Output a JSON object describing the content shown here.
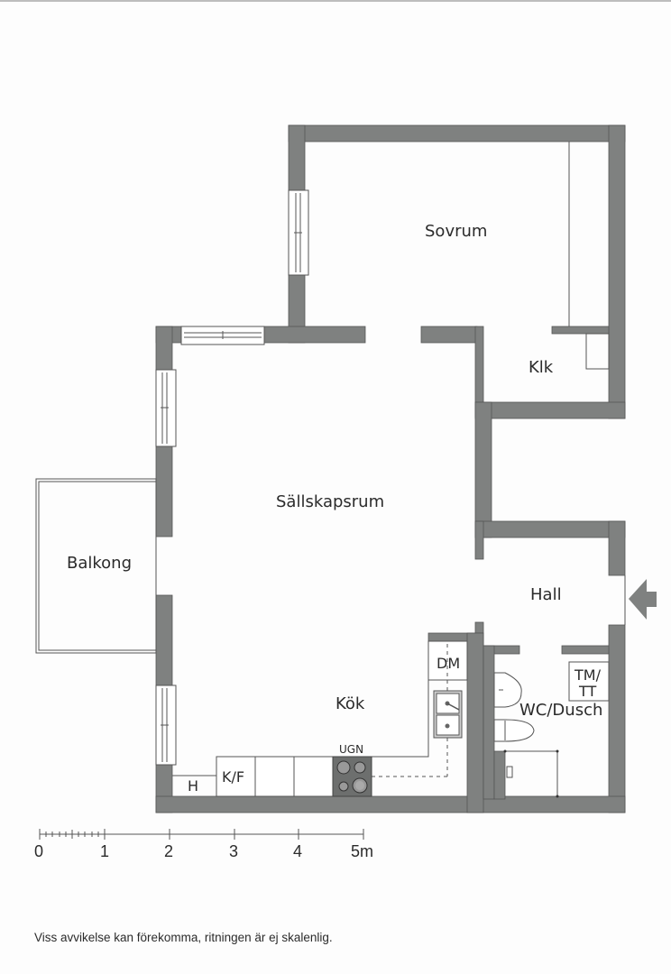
{
  "plan": {
    "rooms": {
      "sovrum": "Sovrum",
      "klk": "Klk",
      "sallskapsrum": "Sällskapsrum",
      "balkong": "Balkong",
      "hall": "Hall",
      "kok": "Kök",
      "wc_dusch": "WC/Dusch"
    },
    "fixtures": {
      "dm": "DM",
      "ugn": "UGN",
      "kf": "K/F",
      "h": "H",
      "tm_tt_line1": "TM/",
      "tm_tt_line2": "TT"
    },
    "entrance_icon": "entrance-arrow-icon",
    "colors": {
      "wall": "#7f8180",
      "line": "#555555",
      "background": "#fdfdfd"
    }
  },
  "scale_bar": {
    "ticks": [
      "0",
      "1",
      "2",
      "3",
      "4",
      "5m"
    ],
    "unit": "m"
  },
  "footnote": "Viss avvikelse kan förekomma, ritningen är ej skalenlig."
}
